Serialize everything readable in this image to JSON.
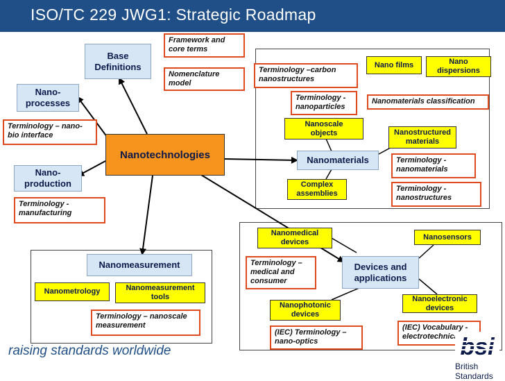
{
  "title": "ISO/TC 229 JWG1:  Strategic Roadmap",
  "nodes": {
    "base_definitions": "Base\nDefinitions",
    "framework": "Framework and core terms",
    "nomenclature": "Nomenclature model",
    "nano_processes": "Nano-\nprocesses",
    "term_nano_bio": "Terminology – nano-bio interface",
    "nanotechnologies": "Nanotechnologies",
    "nano_production": "Nano-\nproduction",
    "term_manufacturing": "Terminology - manufacturing",
    "term_carbon": "Terminology –carbon nanostructures",
    "nano_films": "Nano films",
    "nano_dispersions": "Nano\ndispersions",
    "term_nanoparticles": "Terminology - nanoparticles",
    "nano_classification": "Nanomaterials classification",
    "nanoscale_objects": "Nanoscale\nobjects",
    "nanostructured_materials": "Nanostructured\nmaterials",
    "nanomaterials": "Nanomaterials",
    "term_nanomaterials": "Terminology - nanomaterials",
    "complex_assemblies": "Complex\nassemblies",
    "term_nanostructures": "Terminology - nanostructures",
    "nanomedical_devices": "Nanomedical\ndevices",
    "nanosensors": "Nanosensors",
    "term_medical": "Terminology – medical and consumer",
    "devices_applications": "Devices and\napplications",
    "nanoelectronic_devices": "Nanoelectronic\ndevices",
    "nanophotonic_devices": "Nanophotonic\ndevices",
    "iec_nano_optics": "(IEC) Terminology – nano-optics",
    "iec_vocabulary": "(IEC) Vocabulary - electrotechnical",
    "nanomeasurement": "Nanomeasurement",
    "nanometrology": "Nanometrology",
    "nanomeasurement_tools": "Nanomeasurement\ntools",
    "term_measurement": "Terminology – nanoscale measurement"
  },
  "footer": {
    "tagline": "raising standards worldwide",
    "logo_text": "bsi",
    "org": "British Standards"
  },
  "colors": {
    "header": "#1f4f86",
    "blue_box": "#d6e6f5",
    "yellow_box": "#ffff00",
    "orange_box": "#f7941d",
    "red_border": "#e0481e"
  }
}
